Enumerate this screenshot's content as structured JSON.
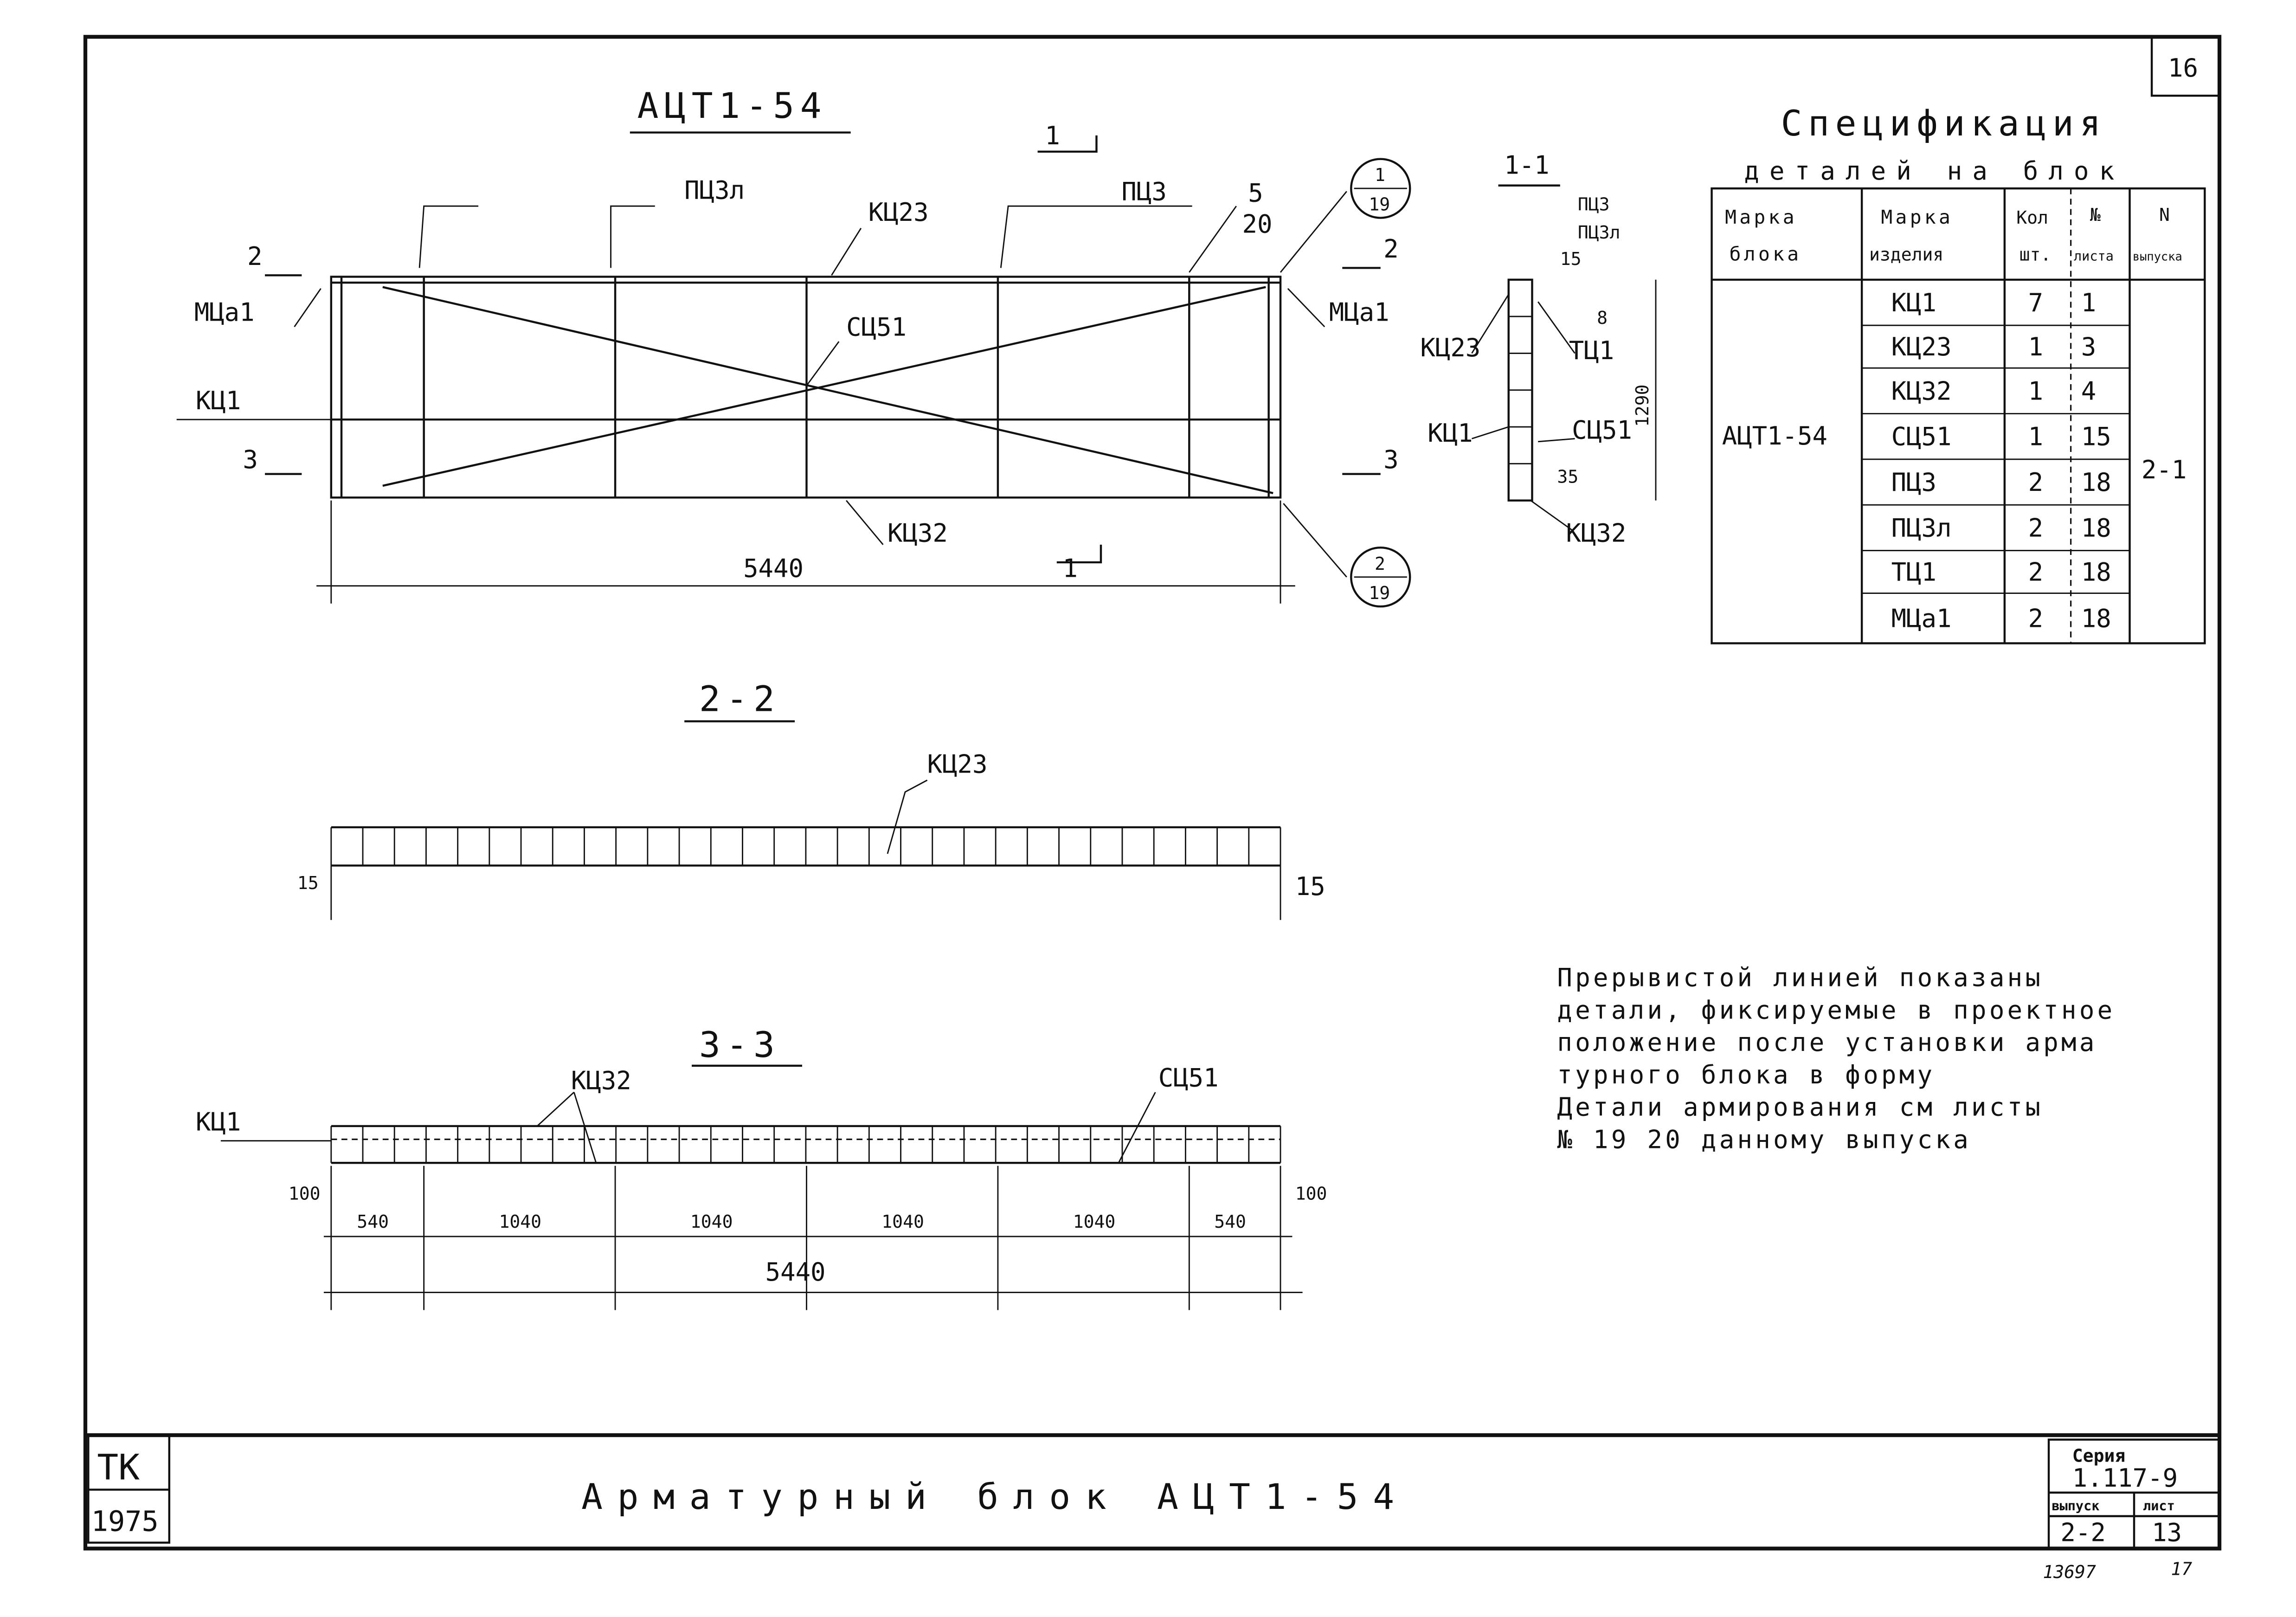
{
  "sheet_number": "16",
  "main_view": {
    "title": "АЦТ1-54",
    "labels": {
      "pc3l": "ПЦ3л",
      "kc23": "КЦ23",
      "pc3": "ПЦ3",
      "ref_5": "5",
      "ref_20": "20",
      "sc51": "СЦ51",
      "mca1_left": "МЦа1",
      "mca1_right": "МЦа1",
      "kc1": "КЦ1",
      "kc32": "КЦ32",
      "cut2_left": "2",
      "cut3_left": "3",
      "cut2_right": "2",
      "cut3_right": "3",
      "cut1_top": "1",
      "cut1_bottom": "1",
      "node1_num": "1",
      "node1_sheet": "19",
      "node2_num": "2",
      "node2_sheet": "19",
      "length": "5440"
    }
  },
  "section_1_1": {
    "title": "1-1",
    "labels": {
      "pc3": "ПЦ3",
      "pc3l": "ПЦ3л",
      "dim15": "15",
      "dim8": "8",
      "kc23": "КЦ23",
      "tc1": "ТЦ1",
      "height": "1290",
      "kc1": "КЦ1",
      "sc51": "СЦ51",
      "dim35": "35",
      "kc32": "КЦ32"
    }
  },
  "section_2_2": {
    "title": "2-2",
    "kc23": "КЦ23",
    "dim_left": "15",
    "dim_right": "15"
  },
  "section_3_3": {
    "title": "3-3",
    "kc32": "КЦ32",
    "sc51": "СЦ51",
    "kc1": "КЦ1",
    "dim_left": "100",
    "dim_right": "100",
    "segments": [
      "540",
      "1040",
      "1040",
      "1040",
      "1040",
      "540"
    ],
    "total": "5440"
  },
  "specification": {
    "title_line1": "Спецификация",
    "title_line2": "деталей на блок",
    "headers": {
      "block_mark": [
        "Марка",
        "блока"
      ],
      "item_mark": [
        "Марка",
        "изделия"
      ],
      "qty": [
        "Кол",
        "шт."
      ],
      "sheet_no": [
        "№",
        "листа"
      ],
      "issue_no": [
        "N",
        "выпуска"
      ]
    },
    "block": "АЦТ1-54",
    "issue": "2-1",
    "rows": [
      {
        "item": "КЦ1",
        "qty": "7",
        "sheet": "1"
      },
      {
        "item": "КЦ23",
        "qty": "1",
        "sheet": "3"
      },
      {
        "item": "КЦ32",
        "qty": "1",
        "sheet": "4"
      },
      {
        "item": "СЦ51",
        "qty": "1",
        "sheet": "15"
      },
      {
        "item": "ПЦ3",
        "qty": "2",
        "sheet": "18"
      },
      {
        "item": "ПЦ3л",
        "qty": "2",
        "sheet": "18"
      },
      {
        "item": "ТЦ1",
        "qty": "2",
        "sheet": "18"
      },
      {
        "item": "МЦа1",
        "qty": "2",
        "sheet": "18"
      }
    ]
  },
  "notes": [
    "Прерывистой линией показаны",
    "детали, фиксируемые в проектное",
    "положение после установки арма",
    "турного блока в форму",
    "Детали армирования см листы",
    "№ 19 20 данному выпуска"
  ],
  "title_block": {
    "org": "ТК",
    "year": "1975",
    "drawing_title": "Арматурный блок АЦТ1-54",
    "series_label": "Серия",
    "series": "1.117-9",
    "issue_label": "выпуск",
    "sheet_label": "лист",
    "issue": "2-2",
    "sheet": "13"
  },
  "footer": {
    "archive_no": "13697",
    "page": "17"
  }
}
